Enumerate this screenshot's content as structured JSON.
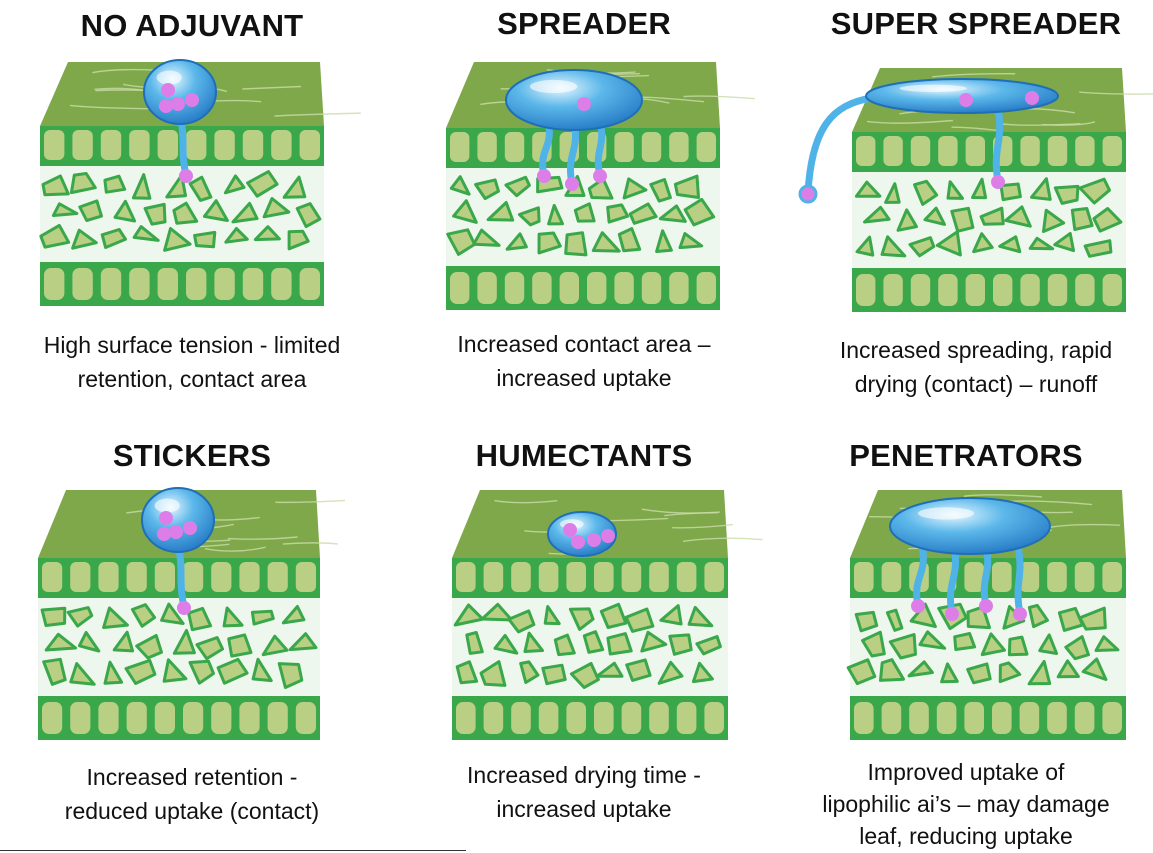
{
  "panels": [
    {
      "id": "no-adjuvant",
      "title": "NO ADJUVANT",
      "caption": [
        "High surface tension - limited",
        "retention, contact area"
      ],
      "droplet": {
        "shape": "bead"
      },
      "roots": 1,
      "runoff": false
    },
    {
      "id": "spreader",
      "title": "SPREADER",
      "caption": [
        "Increased contact area –",
        "increased uptake"
      ],
      "droplet": {
        "shape": "dome"
      },
      "roots": 3,
      "runoff": false
    },
    {
      "id": "super-spreader",
      "title": "SUPER SPREADER",
      "caption": [
        "Increased spreading, rapid",
        "drying (contact) –  runoff"
      ],
      "droplet": {
        "shape": "film"
      },
      "roots": 1,
      "runoff": true
    },
    {
      "id": "stickers",
      "title": "STICKERS",
      "caption": [
        "Increased retention -",
        "reduced uptake (contact)"
      ],
      "droplet": {
        "shape": "bead"
      },
      "roots": 1,
      "runoff": false
    },
    {
      "id": "humectants",
      "title": "HUMECTANTS",
      "caption": [
        "Increased drying time -",
        "increased uptake"
      ],
      "droplet": {
        "shape": "small-dome"
      },
      "roots": 0,
      "runoff": false
    },
    {
      "id": "penetrators",
      "title": "PENETRATORS",
      "caption": [
        "Improved uptake of",
        "lipophilic ai’s – may damage",
        "leaf, reducing uptake"
      ],
      "droplet": {
        "shape": "wide-dome"
      },
      "roots": 4,
      "runoff": false
    }
  ],
  "colors": {
    "leaf_surface": "#7ea84a",
    "leaf_vein": "#c9dca6",
    "tissue_green": "#3aa84a",
    "cell_fill": "#b9cf84",
    "mesophyll_bg": "#eef7ee",
    "droplet": "#5cb8ea",
    "droplet_edge": "#1e6fb8",
    "uptake_path": "#4fb3e8",
    "active_ingredient_dot": "#dd7ee8"
  }
}
